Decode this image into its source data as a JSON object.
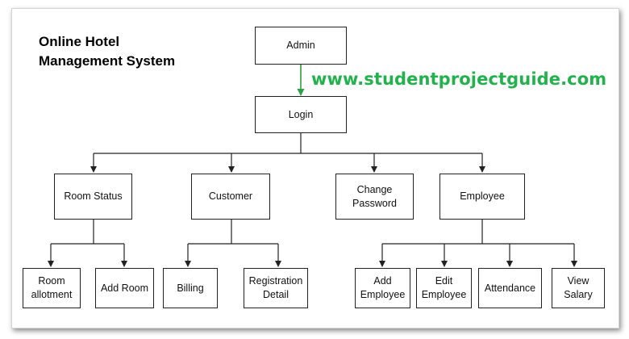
{
  "title": {
    "line1": "Online Hotel",
    "line2": "Management System"
  },
  "watermark": "www.studentprojectguide.com",
  "nodes": {
    "admin": [
      "Admin"
    ],
    "login": [
      "Login"
    ],
    "room_status": [
      "Room Status"
    ],
    "customer": [
      "Customer"
    ],
    "change_password": [
      "Change",
      "Password"
    ],
    "employee": [
      "Employee"
    ],
    "room_allotment": [
      "Room",
      "allotment"
    ],
    "add_room": [
      "Add Room"
    ],
    "billing": [
      "Billing"
    ],
    "registration_detail": [
      "Registration",
      "Detail"
    ],
    "add_employee": [
      "Add",
      "Employee"
    ],
    "edit_employee": [
      "Edit",
      "Employee"
    ],
    "attendance": [
      "Attendance"
    ],
    "view_salary": [
      "View",
      "Salary"
    ]
  },
  "colors": {
    "arrow_admin_login": "#2ea043",
    "line": "#222222"
  }
}
